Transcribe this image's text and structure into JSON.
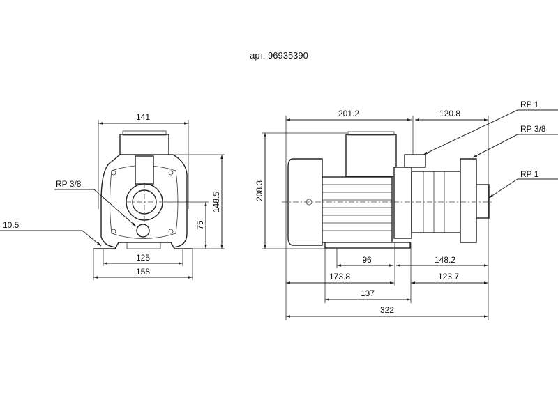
{
  "title": "арт. 96935390",
  "front_view": {
    "width_top": "141",
    "height_total": "148.5",
    "height_center": "75",
    "foot_holes": "125",
    "foot_width": "158",
    "drain_port": "RP 3/8",
    "foot_hole_dia": "10.5"
  },
  "side_view": {
    "motor_length": "201.2",
    "pump_length": "120.8",
    "height_total": "208.3",
    "foot_dim_96": "96",
    "foot_dim_148_2": "148.2",
    "dim_173_8": "173.8",
    "dim_123_7": "123.7",
    "dim_137": "137",
    "total_length": "322",
    "port_outlet": "RP 1",
    "port_vent": "RP 3/8",
    "port_inlet": "RP 1"
  }
}
